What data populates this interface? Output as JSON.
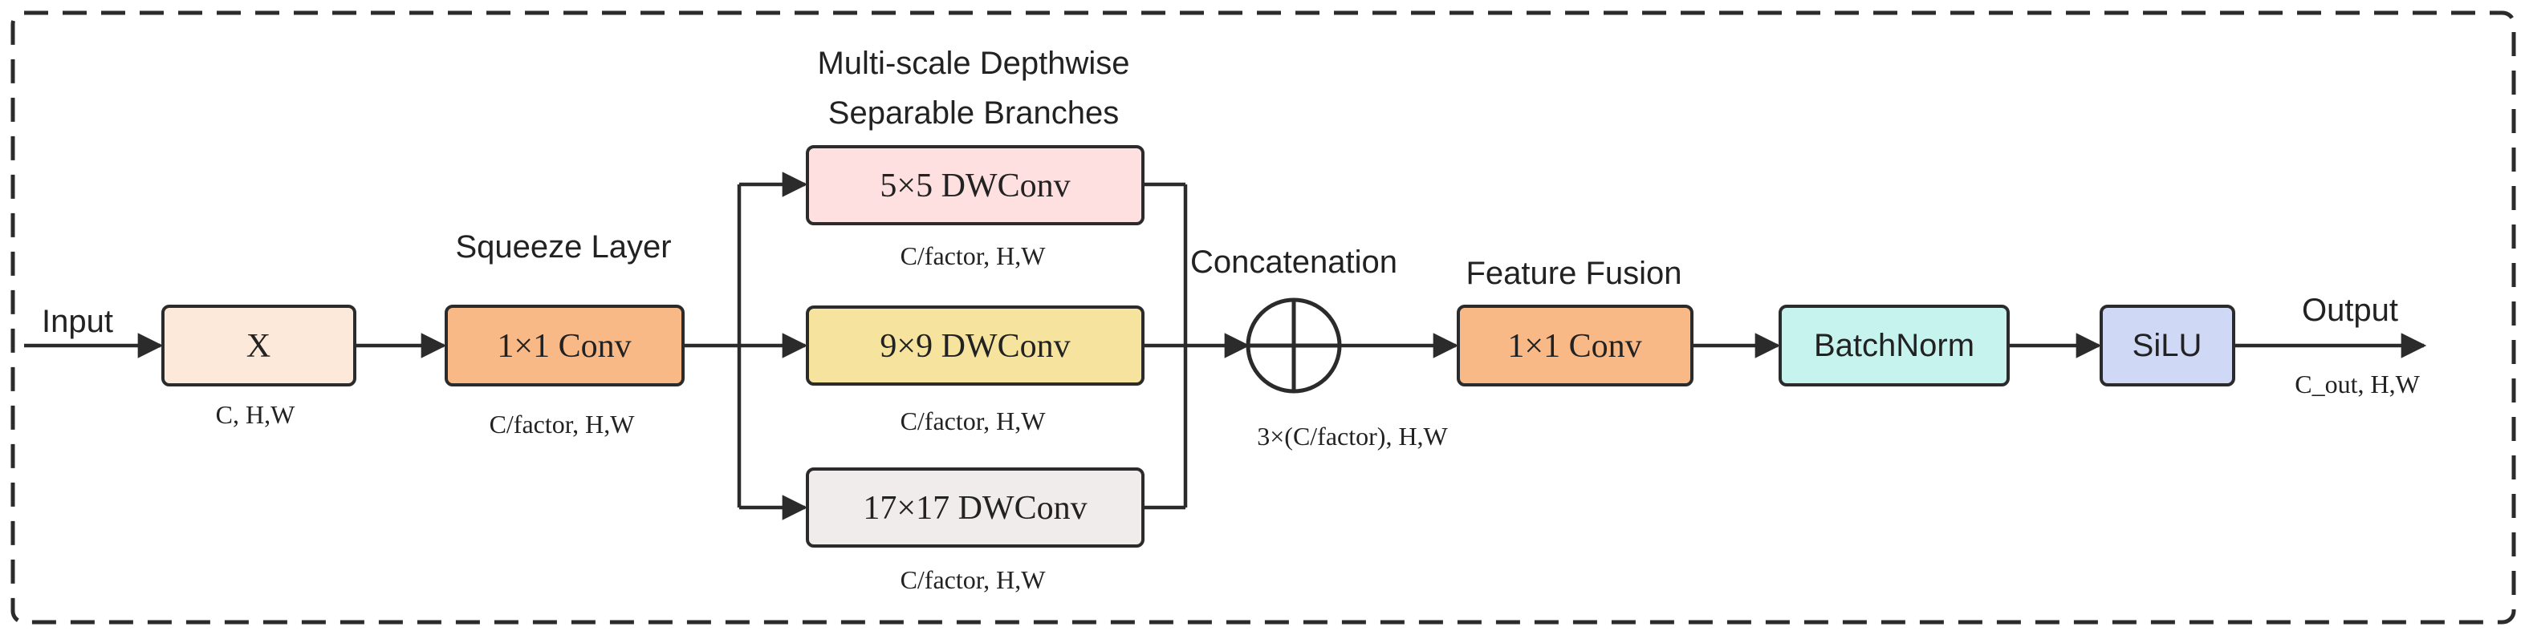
{
  "labels": {
    "input": "Input",
    "output": "Output",
    "squeeze_title": "Squeeze Layer",
    "branches_title_line1": "Multi-scale Depthwise",
    "branches_title_line2": "Separable Branches",
    "concat_title": "Concatenation",
    "fusion_title": "Feature Fusion"
  },
  "nodes": {
    "x": {
      "label": "X",
      "dims": "C, H,W",
      "fill": "#fde9d9"
    },
    "squeeze_conv": {
      "label": "1×1 Conv",
      "dims": "C/factor, H,W",
      "fill": "#f9b986"
    },
    "dw5": {
      "label": "5×5 DWConv",
      "dims": "C/factor, H,W",
      "fill": "#fde0df"
    },
    "dw9": {
      "label": "9×9 DWConv",
      "dims": "C/factor, H,W",
      "fill": "#f6e49e"
    },
    "dw17": {
      "label": "17×17 DWConv",
      "dims": "C/factor, H,W",
      "fill": "#efeceb"
    },
    "concat": {
      "dims": "3×(C/factor), H,W"
    },
    "fusion_conv": {
      "label": "1×1 Conv",
      "fill": "#f9b986"
    },
    "batchnorm": {
      "label": "BatchNorm",
      "fill": "#c7f3ef"
    },
    "silu": {
      "label": "SiLU",
      "dims": "C_out, H,W",
      "fill": "#cfd8f5"
    }
  }
}
